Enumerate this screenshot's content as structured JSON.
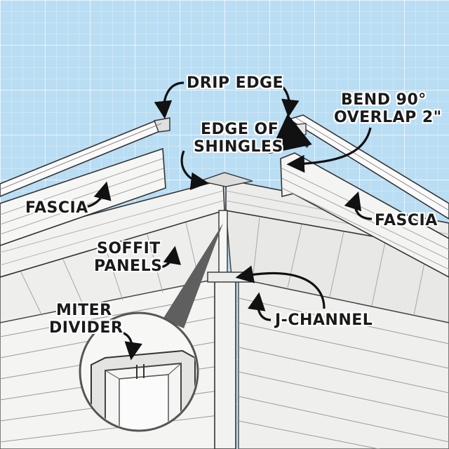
{
  "labels": {
    "drip_edge": "DRIP EDGE",
    "bend": [
      "BEND 90°",
      "OVERLAP 2\""
    ],
    "edge_of_shingles": [
      "EDGE OF",
      "SHINGLES"
    ],
    "fascia_left": "FASCIA",
    "fascia_right": "FASCIA",
    "soffit_panels": [
      "SOFFIT",
      "PANELS"
    ],
    "miter_divider": [
      "MITER",
      "DIVIDER"
    ],
    "j_channel": "J-CHANNEL"
  }
}
